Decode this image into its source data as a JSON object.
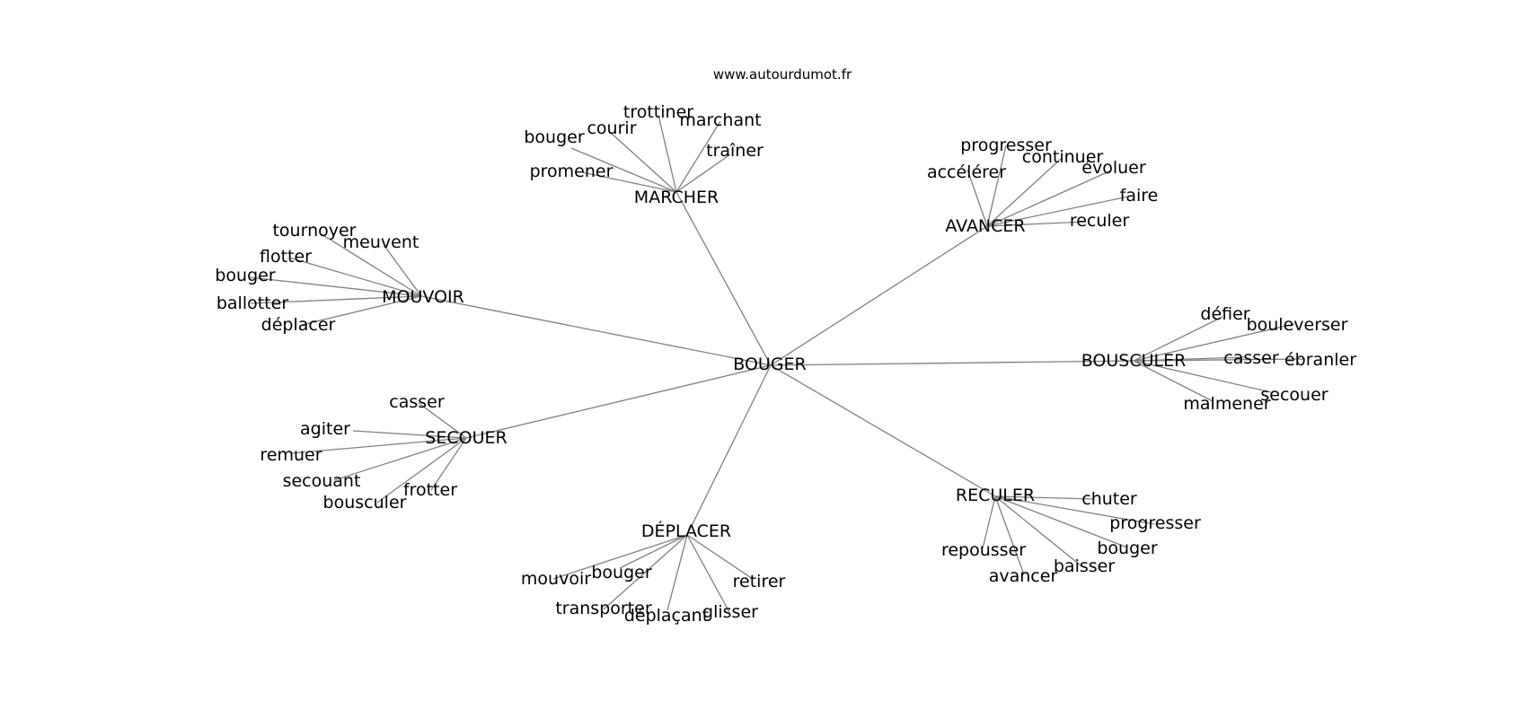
{
  "source": "www.autourdumot.fr",
  "colors": {
    "edge": "#808080",
    "text": "#000000",
    "background": "#ffffff"
  },
  "root": {
    "label": "BOUGER"
  },
  "clusters": [
    {
      "label": "MARCHER",
      "leaves": [
        "bouger",
        "courir",
        "trottiner",
        "marchant",
        "traîner",
        "promener"
      ]
    },
    {
      "label": "AVANCER",
      "leaves": [
        "progresser",
        "continuer",
        "accélérer",
        "évoluer",
        "faire",
        "reculer"
      ]
    },
    {
      "label": "MOUVOIR",
      "leaves": [
        "tournoyer",
        "meuvent",
        "flotter",
        "bouger",
        "ballotter",
        "déplacer"
      ]
    },
    {
      "label": "BOUSCULER",
      "leaves": [
        "défier",
        "bouleverser",
        "casser",
        "ébranler",
        "secouer",
        "malmener"
      ]
    },
    {
      "label": "SECOUER",
      "leaves": [
        "casser",
        "agiter",
        "remuer",
        "secouant",
        "bousculer",
        "frotter"
      ]
    },
    {
      "label": "RECULER",
      "leaves": [
        "chuter",
        "progresser",
        "bouger",
        "baisser",
        "avancer",
        "repousser"
      ]
    },
    {
      "label": "DÉPLACER",
      "leaves": [
        "mouvoir",
        "bouger",
        "transporter",
        "déplaçant",
        "glisser",
        "retirer"
      ]
    }
  ]
}
